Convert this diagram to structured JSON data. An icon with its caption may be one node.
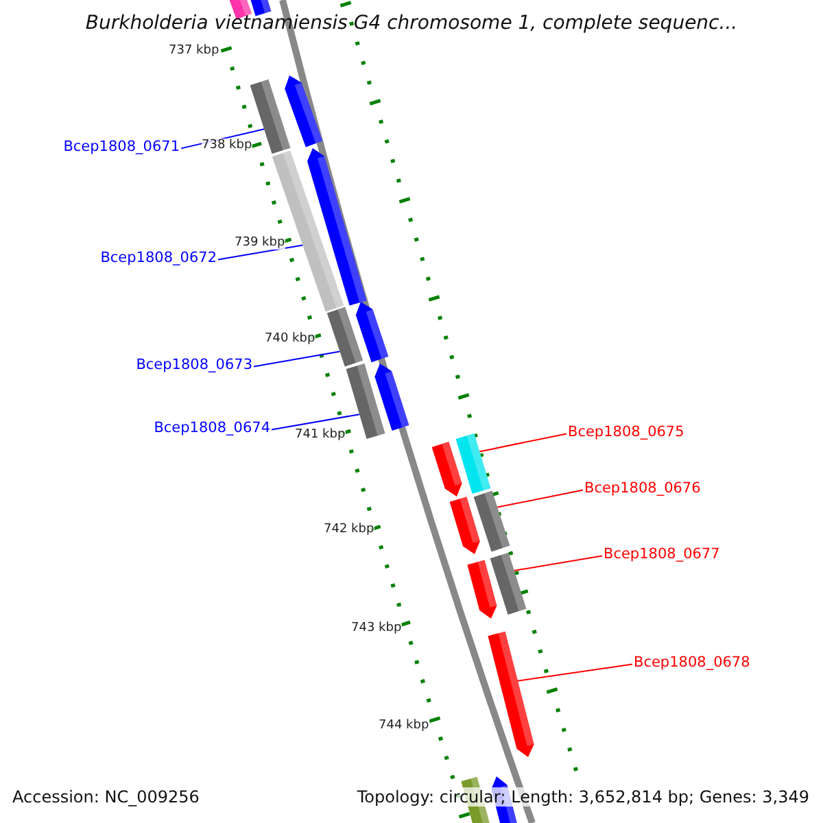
{
  "diagram": {
    "title": "Burkholderia vietnamiensis G4 chromosome 1, complete sequenc...",
    "nodes": [
      {
        "text": [
          "Bcep1808_0671"
        ]
      },
      {
        "text": [
          "Bcep1808_0672"
        ]
      },
      {
        "text": [
          "Bcep1808_0673"
        ]
      },
      {
        "text": [
          "Bcep1808_0674"
        ]
      },
      {
        "text": [
          "Bcep1808_0675"
        ]
      },
      {
        "text": [
          "Bcep1808_0676"
        ]
      },
      {
        "text": [
          "Bcep1808_0677"
        ]
      },
      {
        "text": [
          "Bcep1808_0678"
        ]
      },
      {
        "text": [],
        "shape": "bar"
      },
      {
        "text": [],
        "shape": "bar"
      },
      {
        "text": [],
        "shape": "bar"
      },
      {
        "text": [],
        "shape": "bar"
      },
      {
        "text": [],
        "shape": "bar"
      },
      {
        "text": [],
        "shape": "bar"
      },
      {
        "text": [],
        "shape": "bar"
      },
      {
        "text": [],
        "shape": "bar"
      }
    ],
    "edges": [
      {
        "from": 0,
        "to": 8,
        "arrow": "none",
        "color": "#0000ff"
      },
      {
        "from": 1,
        "to": 9,
        "arrow": "none",
        "color": "#0000ff"
      },
      {
        "from": 2,
        "to": 10,
        "arrow": "none",
        "color": "#0000ff"
      },
      {
        "from": 3,
        "to": 11,
        "arrow": "none",
        "color": "#0000ff"
      },
      {
        "from": 4,
        "to": 12,
        "arrow": "none",
        "color": "#ff0000"
      },
      {
        "from": 5,
        "to": 13,
        "arrow": "none",
        "color": "#ff0000"
      },
      {
        "from": 6,
        "to": 14,
        "arrow": "none",
        "color": "#ff0000"
      },
      {
        "from": 7,
        "to": 15,
        "arrow": "none",
        "color": "#ff0000"
      }
    ],
    "labels": [
      "737 kbp",
      "738 kbp",
      "739 kbp",
      "740 kbp",
      "741 kbp",
      "742 kbp",
      "743 kbp",
      "744 kbp",
      "Accession: NC_009256",
      "Topology: circular; Length: 3,652,814 bp; Genes: 3,349"
    ]
  }
}
